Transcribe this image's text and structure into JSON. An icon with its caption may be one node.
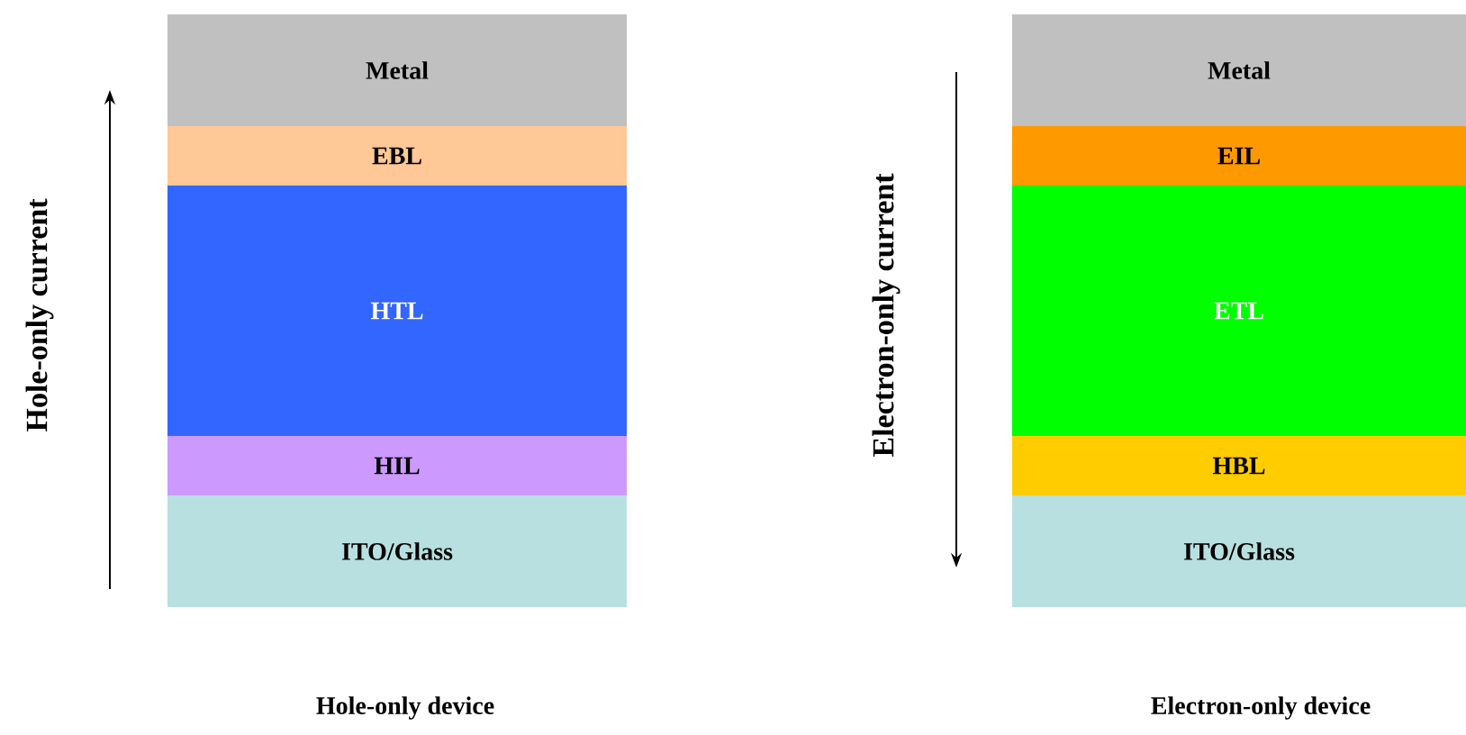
{
  "diagram": {
    "nodes": [
      {
        "text": [
          "Metal"
        ]
      },
      {
        "text": [
          "EBL"
        ]
      },
      {
        "text": [
          "HTL"
        ]
      },
      {
        "text": [
          "HIL"
        ]
      },
      {
        "text": [
          "ITO/Glass"
        ]
      },
      {
        "text": [
          "Metal"
        ]
      },
      {
        "text": [
          "EIL"
        ]
      },
      {
        "text": [
          "ETL"
        ]
      },
      {
        "text": [
          "HBL"
        ]
      },
      {
        "text": [
          "ITO/Glass"
        ]
      }
    ],
    "labels": [
      "Hole-only current",
      "Hole-only device",
      "Electron-only current",
      "Electron-only device"
    ]
  }
}
